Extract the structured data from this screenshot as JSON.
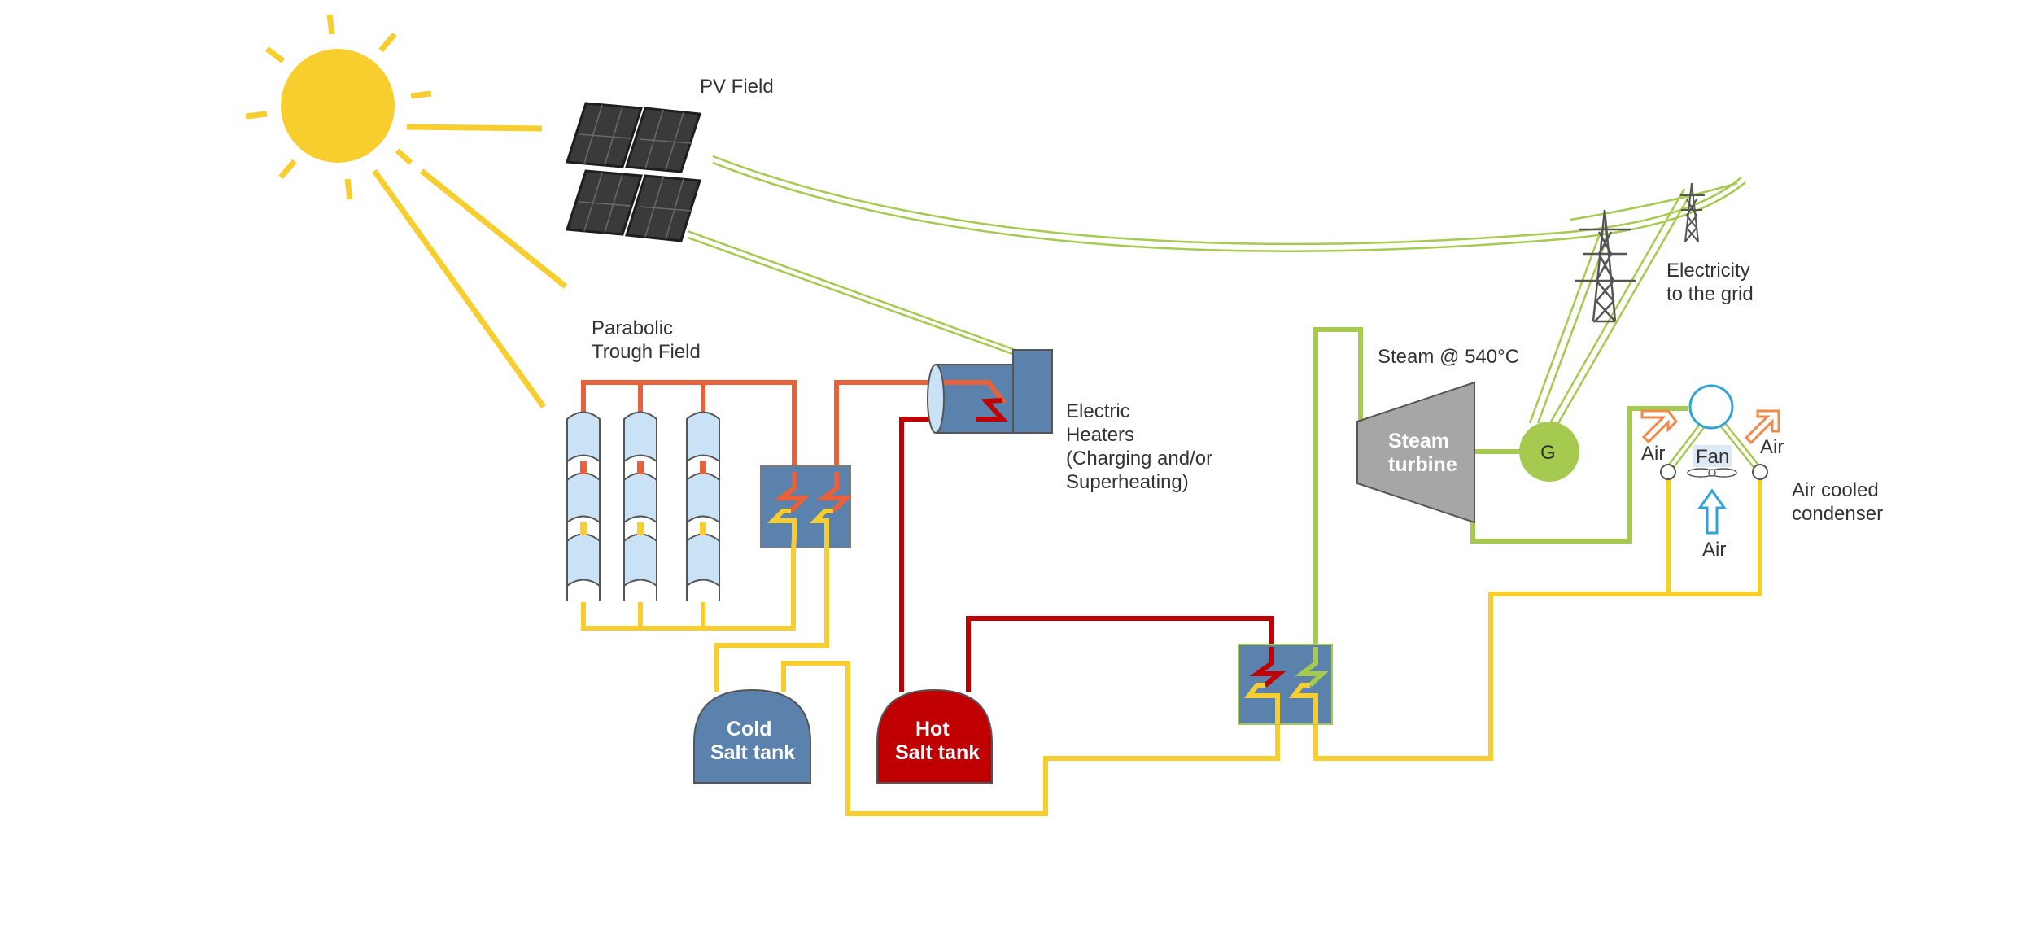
{
  "labels": {
    "pv_field": "PV Field",
    "trough_line1": "Parabolic",
    "trough_line2": "Trough Field",
    "heaters_line1": "Electric",
    "heaters_line2": "Heaters",
    "heaters_line3": "(Charging and/or",
    "heaters_line4": " Superheating)",
    "steam": "Steam @ 540°C",
    "turbine_line1": "Steam",
    "turbine_line2": "turbine",
    "generator": "G",
    "grid_line1": "Electricity",
    "grid_line2": "to the grid",
    "air_left": "Air",
    "air_right": "Air",
    "air_bottom": "Air",
    "fan": "Fan",
    "condenser_line1": "Air cooled",
    "condenser_line2": "condenser",
    "cold_tank_line1": "Cold",
    "cold_tank_line2": "Salt tank",
    "hot_tank_line1": "Hot",
    "hot_tank_line2": "Salt tank"
  },
  "colors": {
    "sun": "#F7CE2E",
    "hot_salt": "#C00000",
    "htf_orange": "#E8613A",
    "cold_yellow": "#F7CE2E",
    "steam_green": "#A6C94F",
    "tank_blue": "#5A82AD",
    "trough_blue": "#C9E2F5",
    "turbine_gray": "#A6A6A6",
    "fan_blue": "#2FA3D6",
    "arrow_orange": "#F08A4B"
  }
}
